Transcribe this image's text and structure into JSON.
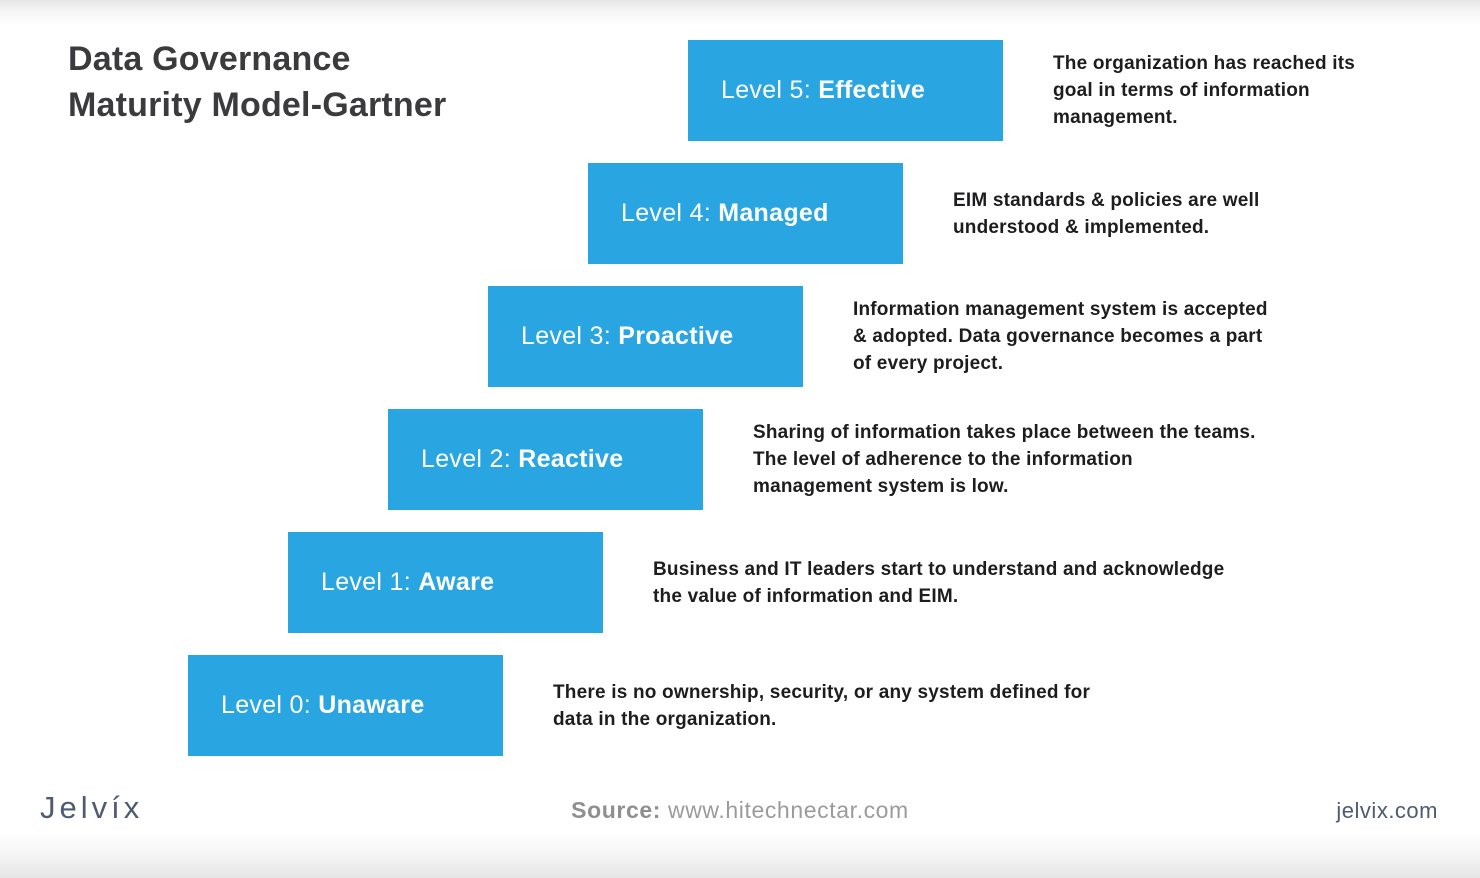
{
  "title": {
    "line1": "Data Governance",
    "line2": "Maturity Model-Gartner"
  },
  "levels": [
    {
      "prefix": "Level 5:",
      "name": "Effective",
      "description_lines": [
        "The organization has reached its",
        "goal in terms of information",
        "management."
      ]
    },
    {
      "prefix": "Level 4:",
      "name": "Managed",
      "description_lines": [
        "EIM standards & policies are well",
        "understood & implemented."
      ]
    },
    {
      "prefix": "Level 3:",
      "name": "Proactive",
      "description_lines": [
        "Information management system is accepted",
        "& adopted. Data governance becomes a part",
        "of every project."
      ]
    },
    {
      "prefix": "Level 2:",
      "name": "Reactive",
      "description_lines": [
        "Sharing of information takes place between the teams.",
        "The level of adherence to the information",
        "management system is low."
      ]
    },
    {
      "prefix": "Level 1:",
      "name": "Aware",
      "description_lines": [
        "Business and IT leaders start to understand and acknowledge",
        "the value of information and EIM."
      ]
    },
    {
      "prefix": "Level 0:",
      "name": "Unaware",
      "description_lines": [
        "There is no ownership, security, or any system defined for",
        "data in the organization."
      ]
    }
  ],
  "footer": {
    "logo_text": "Jelvíx",
    "source_label": "Source:",
    "source_value": "www.hitechnectar.com",
    "website": "jelvix.com"
  },
  "colors": {
    "level_box_blue": "#29a5e1",
    "title_gray": "#3b3b3d",
    "description_black": "#1d1d1f",
    "footer_gray": "#9b9b9b",
    "footer_slate": "#4e5b70"
  }
}
